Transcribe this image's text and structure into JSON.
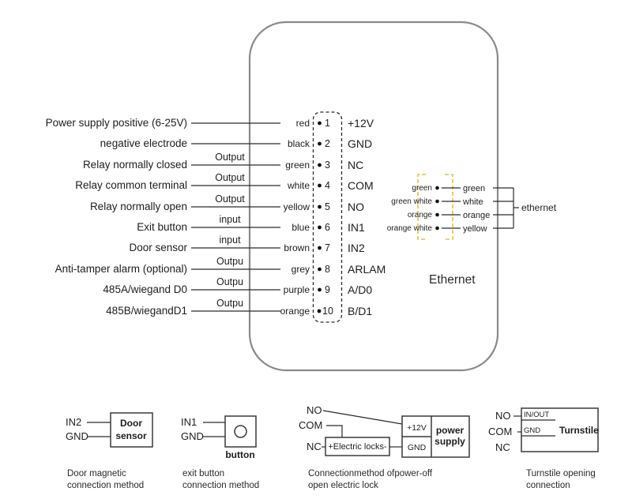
{
  "pins": [
    {
      "function": "Power supply positive (6-25V)",
      "color": "red",
      "num": "1",
      "signal": "+12V"
    },
    {
      "function": "negative electrode",
      "color": "black",
      "num": "2",
      "signal": "GND"
    },
    {
      "function": "Relay normally closed",
      "tag": "Output",
      "color": "green",
      "num": "3",
      "signal": "NC"
    },
    {
      "function": "Relay common terminal",
      "tag": "Output",
      "color": "white",
      "num": "4",
      "signal": "COM"
    },
    {
      "function": "Relay normally open",
      "tag": "Output",
      "color": "yellow",
      "num": "5",
      "signal": "NO"
    },
    {
      "function": "Exit button",
      "tag": "input",
      "color": "blue",
      "num": "6",
      "signal": "IN1"
    },
    {
      "function": "Door sensor",
      "tag": "input",
      "color": "brown",
      "num": "7",
      "signal": "IN2"
    },
    {
      "function": "Anti-tamper alarm (optional)",
      "tag": "Outpu",
      "color": "grey",
      "num": "8",
      "signal": "ARLAM"
    },
    {
      "function": "485A/wiegand D0",
      "tag": "Outpu",
      "color": "purple",
      "num": "9",
      "signal": "A/D0"
    },
    {
      "function": "485B/wiegandD1",
      "tag": "Outpu",
      "color": "orange",
      "num": "10",
      "signal": "B/D1"
    }
  ],
  "ethernet": {
    "title": "Ethernet",
    "label": "ethernet",
    "bracket_color": "#e8c435",
    "rows": [
      {
        "left": "green",
        "right": "green"
      },
      {
        "left": "green white",
        "right": "white"
      },
      {
        "left": "orange",
        "right": "orange"
      },
      {
        "left": "orange white",
        "right": "yellow"
      }
    ]
  },
  "door_diagram": {
    "pin1": "IN2",
    "pin2": "GND",
    "box_line1": "Door",
    "box_line2": "sensor",
    "caption1": "Door magnetic",
    "caption2": "connection method"
  },
  "button_diagram": {
    "pin1": "IN1",
    "pin2": "GND",
    "box_label": "button",
    "caption1": "exit button",
    "caption2": "connection method"
  },
  "lock_diagram": {
    "pin1": "NO",
    "pin2": "COM",
    "pin3": "NC",
    "lock_label": "+Electric locks-",
    "psu_t1": "+12V",
    "psu_t2": "GND",
    "psu_l1": "power",
    "psu_l2": "supply",
    "caption1": "Connectionmethod ofpower-off",
    "caption2": "open electric lock"
  },
  "turnstile_diagram": {
    "pin1": "NO",
    "pin2": "COM",
    "pin3": "NC",
    "t1": "IN/OUT",
    "t2": "GND",
    "box_label": "Turnstile",
    "caption1": "Turnstile opening",
    "caption2": "connection"
  }
}
